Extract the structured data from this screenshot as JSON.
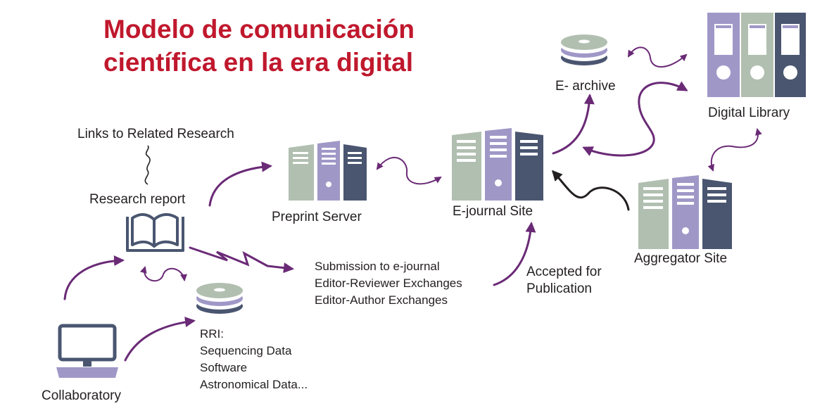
{
  "title": {
    "line1": "Modelo de comunicación",
    "line2": "científica en la era digital"
  },
  "colors": {
    "title": "#c0182d",
    "sage": "#b1bfb0",
    "lavender": "#9f98c7",
    "slate": "#4a5670",
    "arrow_purple": "#6a2a76",
    "arrow_black": "#231f20"
  },
  "nodes": {
    "links_related": "Links to Related Research",
    "research_report": "Research report",
    "preprint_server": "Preprint Server",
    "ejournal_site": "E-journal Site",
    "earchive": "E- archive",
    "digital_library": "Digital Library",
    "aggregator_site": "Aggregator Site",
    "accepted": [
      "Accepted for",
      "Publication"
    ],
    "submission": [
      "Submission to e-journal",
      "Editor-Reviewer Exchanges",
      "Editor-Author Exchanges"
    ],
    "rri": [
      "RRI:",
      "Sequencing Data",
      "Software",
      "Astronomical Data..."
    ],
    "collaboratory": "Collaboratory"
  },
  "icons": [
    "book-icon",
    "computer-icon",
    "database-icon",
    "server-icon",
    "binder-icon"
  ]
}
